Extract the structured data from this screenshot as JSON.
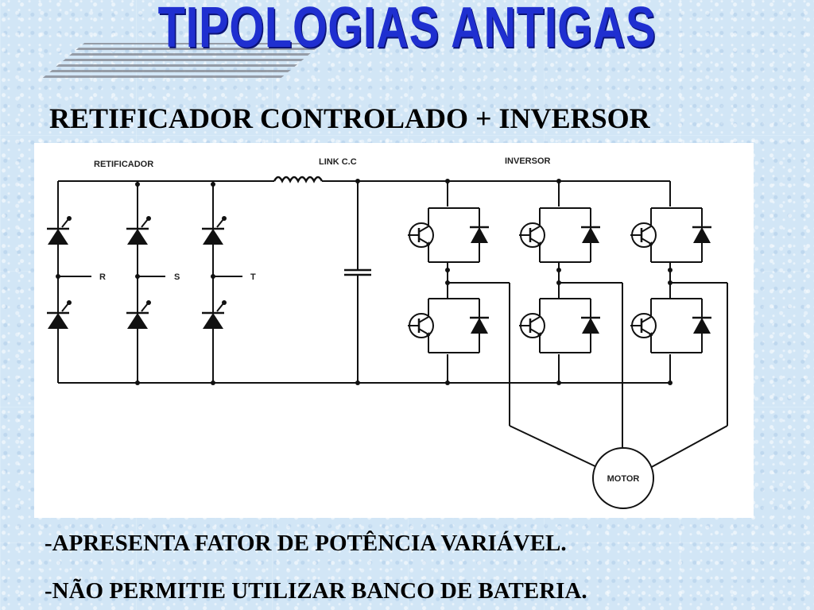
{
  "slide": {
    "title": "TIPOLOGIAS ANTIGAS",
    "subtitle": "RETIFICADOR CONTROLADO + INVERSOR",
    "bullets": [
      "-APRESENTA FATOR DE POTÊNCIA VARIÁVEL.",
      "-NÃO PERMITIE UTILIZAR BANCO DE BATERIA."
    ]
  },
  "diagram": {
    "labels": {
      "retificador": "RETIFICADOR",
      "link": "LINK C.C",
      "inversor": "INVERSOR",
      "phase_r": "R",
      "phase_s": "S",
      "phase_t": "T",
      "motor": "MOTOR"
    }
  }
}
